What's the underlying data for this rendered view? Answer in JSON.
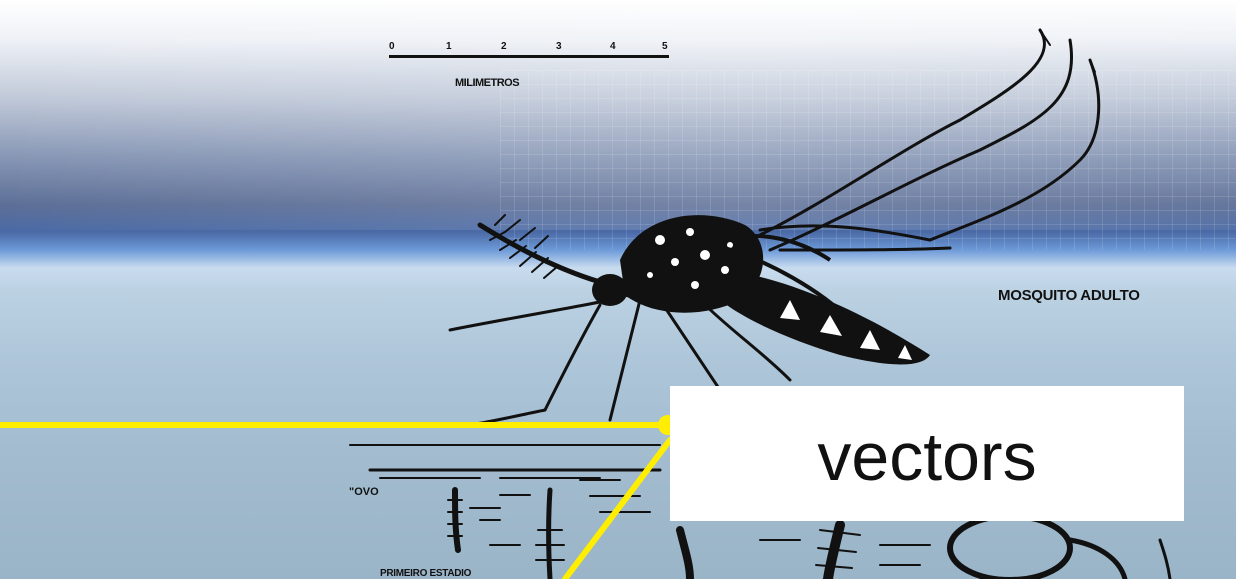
{
  "scale": {
    "numbers": [
      "0",
      "1",
      "2",
      "3",
      "4",
      "5"
    ],
    "unit_label": "MILIMETROS"
  },
  "labels": {
    "adult": "MOSQUITO ADULTO",
    "egg": "OVO",
    "first_instar": "PRIMEIRO ESTADIO"
  },
  "callout": {
    "text": "vectors",
    "line_color": "#ffee00"
  }
}
